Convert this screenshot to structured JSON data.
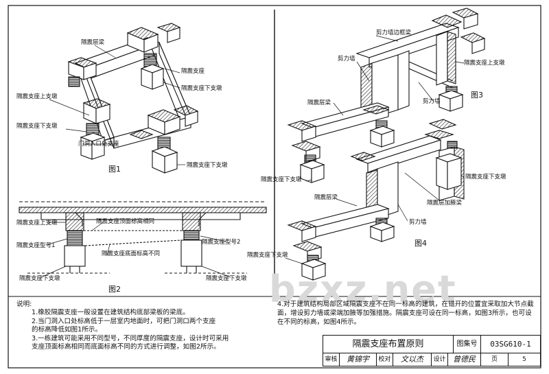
{
  "labels": {
    "isolation_beam": "隔震层梁",
    "isolation_bearing": "隔震支座",
    "lower_pier": "隔震支座下支墩",
    "upper_pier": "隔震支座上支墩",
    "door_bearing": "门洞入口处支座",
    "fig1": "图1",
    "fig2_upper_pier": "隔震支座上支墩",
    "fig2_top_same": "隔震支座顶面标高相同",
    "fig2_type1": "隔震支座型号1",
    "fig2_type2": "隔震支座型号2",
    "fig2_bottom_diff": "隔震支座底面标高不同",
    "fig2_lower_pier_left": "隔震支座下支墩",
    "fig2_lower_pier_right": "隔震支座下支墩",
    "fig2": "图2",
    "fig3_shear_wall_frame": "剪力墙边框梁",
    "fig3_shear_wall_left": "剪力墙",
    "fig3_shear_wall_right": "剪力墙",
    "fig3_upper_pier": "隔震支座上支墩",
    "fig3_beam": "隔震层梁",
    "fig3_lower_pier": "隔震支座下支墩",
    "fig3": "图3",
    "fig4_beam": "隔震层梁",
    "fig4_lower_pier_right": "隔震支座下支墩",
    "fig4_haunch": "隔震层加腋梁",
    "fig4_shear_wall": "剪力墙",
    "fig4_lower_pier_left": "隔震支座下支墩",
    "fig4": "图4"
  },
  "notes": {
    "heading": "说明:",
    "n1": "1.橡胶隔震支座一般设置在建筑结构底部梁板的梁底。",
    "n2a": "2.当门洞入口处标高低于一层室内地面时，可把门洞口两个支座",
    "n2b": "的标高降低如图1所示。",
    "n3a": "3.一栋建筑可能采用不同型号，不同厚度的隔震支座，设计时可采用",
    "n3b": "支座顶面标高相同而底面标高不同的方式进行调整，如图2所示。",
    "n4": "4.对于建筑结构局部区域隔震支座不在同一标高的建筑，在错开的位置宜采取加大节点截面，增设剪力墙或梁端加腋等加强措施。隔震支座可设在同一标高，如图3所示，也可设在不同的标高，如图4所示。"
  },
  "watermark": "bzxz.net",
  "titleblock": {
    "title": "隔震支座布置原则",
    "set_label": "图集号",
    "set_no": "03SG610-1",
    "review_label": "审核",
    "review_sign": "黄锦宇",
    "check_label": "校对",
    "check_sign": "文以杰",
    "design_label": "设计",
    "design_sign": "曾德民",
    "page_label": "页",
    "page_no": "5"
  }
}
